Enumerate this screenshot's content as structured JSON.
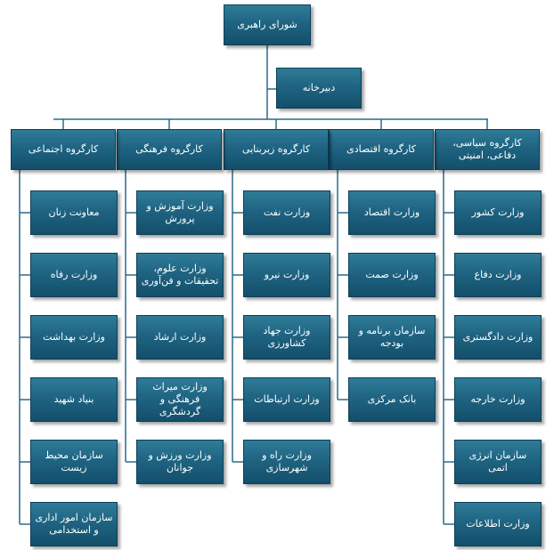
{
  "root": "شورای راهبری",
  "secretariat": "دبیرخانه",
  "groups": [
    {
      "title": "کارگروه سیاسی، دفاعی، امنیتی",
      "items": [
        "وزارت کشور",
        "وزارت دفاع",
        "وزارت دادگستری",
        "وزارت خارجه",
        "سازمان انرژی اتمی",
        "وزارت اطلاعات"
      ]
    },
    {
      "title": "کارگروه اقتصادی",
      "items": [
        "وزارت اقتصاد",
        "وزارت صمت",
        "سازمان برنامه و بودجه",
        "بانک مرکزی"
      ]
    },
    {
      "title": "کارگروه زیربنایی",
      "items": [
        "وزارت نفت",
        "وزارت نیرو",
        "وزارت جهاد کشاورزی",
        "وزارت ارتباطات",
        "وزارت راه و شهرسازی"
      ]
    },
    {
      "title": "کارگروه فرهنگی",
      "items": [
        "وزارت آموزش و پرورش",
        "وزارت علوم، تحقیقات و فن‌آوری",
        "وزارت ارشاد",
        "وزارت میراث فرهنگی و گردشگری",
        "وزارت ورزش و جوانان"
      ]
    },
    {
      "title": "کارگروه اجتماعی",
      "items": [
        "معاونت زنان",
        "وزارت رفاه",
        "وزارت بهداشت",
        "بنیاد شهید",
        "سازمان محیط زیست",
        "سازمان امور اداری و استخدامی"
      ]
    }
  ]
}
